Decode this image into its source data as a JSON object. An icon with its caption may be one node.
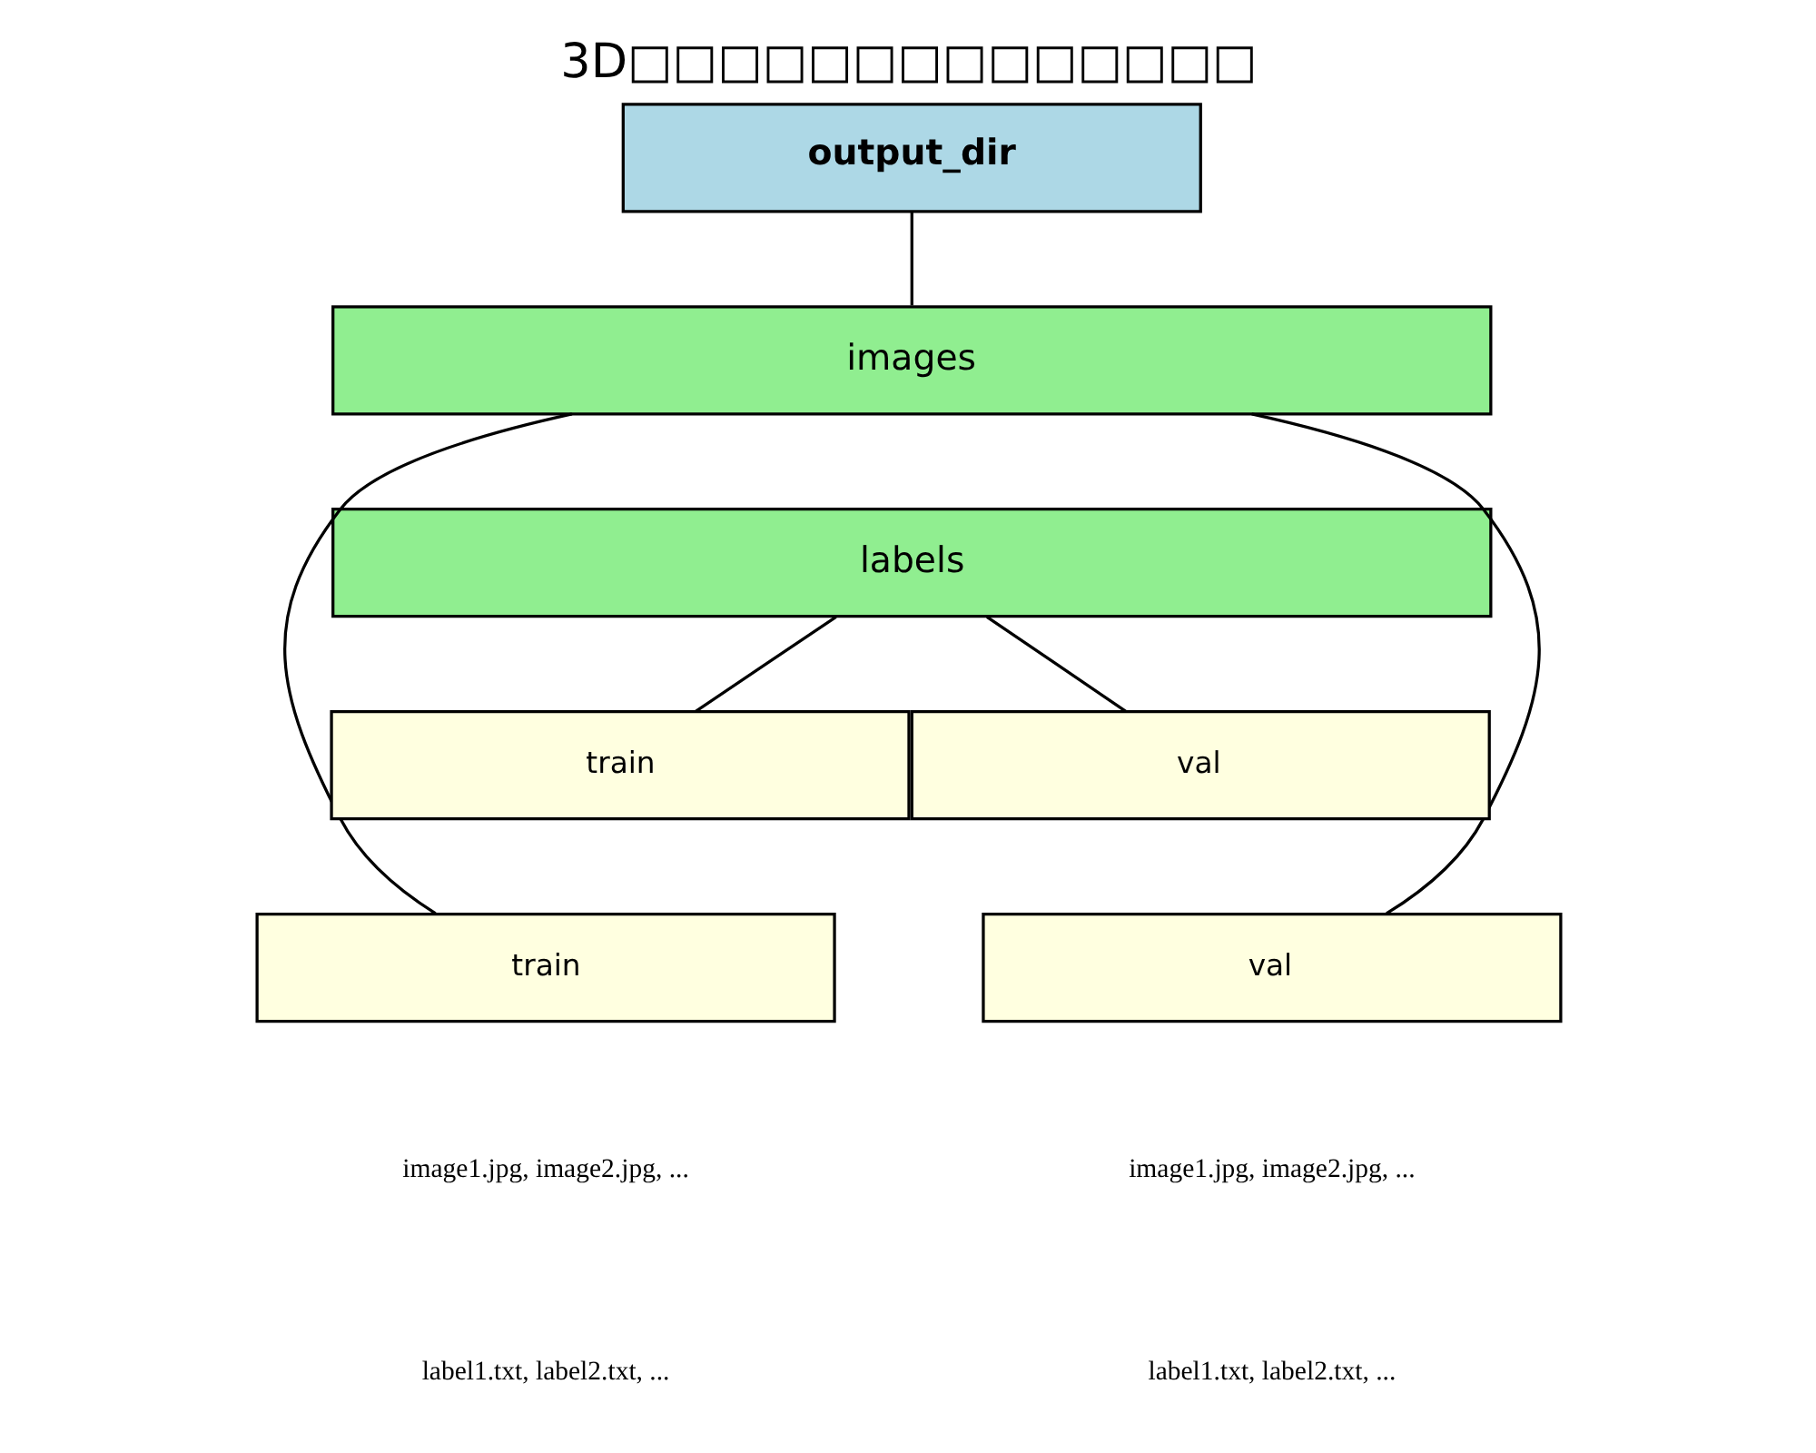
{
  "diagram": {
    "title": "3D□□□□□□□□□□□□□□",
    "nodes": [
      {
        "text": [
          "output_dir"
        ]
      },
      {
        "text": [
          "images"
        ]
      },
      {
        "text": [
          "labels"
        ]
      },
      {
        "text": [
          "train"
        ]
      },
      {
        "text": [
          "val"
        ]
      },
      {
        "text": [
          "train"
        ]
      },
      {
        "text": [
          "val"
        ]
      }
    ],
    "edges": [
      {
        "from": 0,
        "to": 1,
        "arrow": "none"
      },
      {
        "from": 1,
        "to": 5,
        "arrow": "none"
      },
      {
        "from": 1,
        "to": 6,
        "arrow": "none"
      },
      {
        "from": 2,
        "to": 3,
        "arrow": "none"
      },
      {
        "from": 2,
        "to": 4,
        "arrow": "none"
      }
    ],
    "labels": [
      "image1.jpg, image2.jpg, ...",
      "image1.jpg, image2.jpg, ...",
      "label1.txt, label2.txt, ...",
      "label1.txt, label2.txt, ..."
    ]
  }
}
